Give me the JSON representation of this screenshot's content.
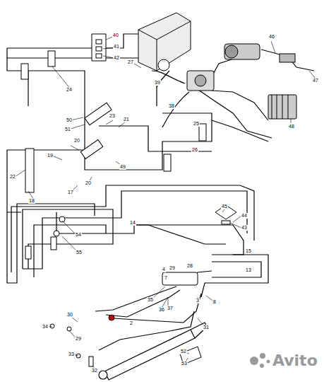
{
  "diagram": {
    "labels": [
      "40",
      "46",
      "41",
      "42",
      "27",
      "47",
      "39",
      "24",
      "38",
      "50",
      "23",
      "21",
      "51",
      "25",
      "48",
      "20",
      "19",
      "49",
      "26",
      "22",
      "20",
      "17",
      "18",
      "45",
      "44",
      "14",
      "43",
      "54",
      "55",
      "15",
      "4",
      "29",
      "28",
      "7",
      "13",
      "35",
      "3",
      "8",
      "37",
      "36",
      "30",
      "2",
      "34",
      "31",
      "29",
      "52",
      "33",
      "53",
      "32",
      "Avito"
    ]
  }
}
